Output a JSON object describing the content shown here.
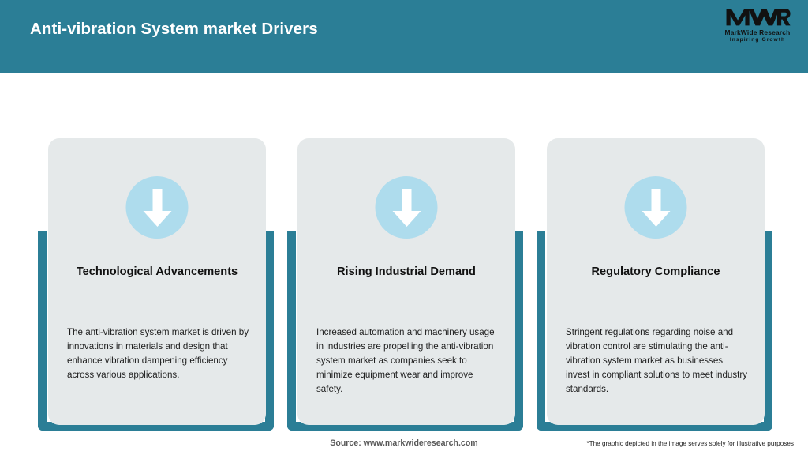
{
  "header": {
    "title": "Anti-vibration System market Drivers",
    "bg_color": "#2b7e96",
    "title_color": "#ffffff"
  },
  "logo": {
    "mark": "MWR",
    "name": "MarkWide Research",
    "tagline": "Inspiring Growth"
  },
  "theme": {
    "accent": "#2b7e96",
    "card_bg": "#e5e9ea",
    "icon_circle": "#aedced",
    "icon_arrow": "#ffffff",
    "page_bg": "#ffffff"
  },
  "cards": [
    {
      "icon": "arrow-down-icon",
      "title": "Technological Advancements",
      "body": "The anti-vibration system market is driven by innovations in materials and design that enhance vibration dampening efficiency across various applications."
    },
    {
      "icon": "arrow-down-icon",
      "title": "Rising Industrial Demand",
      "body": "Increased automation and machinery usage in industries are propelling the anti-vibration system market as companies seek to minimize equipment wear and improve safety."
    },
    {
      "icon": "arrow-down-icon",
      "title": "Regulatory Compliance",
      "body": "Stringent regulations regarding noise and vibration control are stimulating the anti-vibration system market as businesses invest in compliant solutions to meet industry standards."
    }
  ],
  "footer": {
    "source": "Source: www.markwideresearch.com",
    "disclaimer": "*The graphic depicted in the image serves solely for illustrative purposes"
  }
}
